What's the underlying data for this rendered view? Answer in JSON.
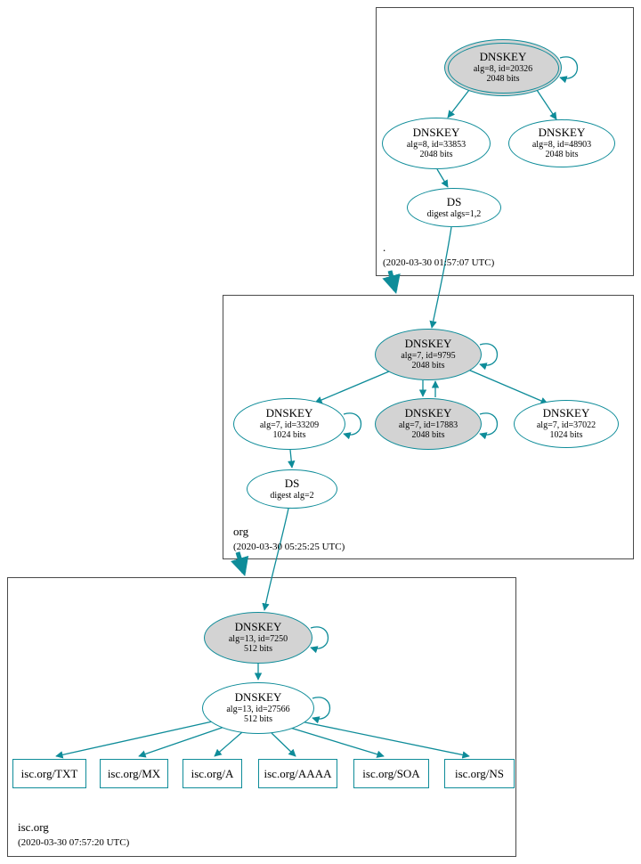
{
  "colors": {
    "teal": "#0e8c99",
    "kskfill": "#d3d3d3",
    "zoneborder": "#4a4a4a",
    "textcolor": "#000000"
  },
  "zones": {
    "root": {
      "label": ".",
      "timestamp": "(2020-03-30 01:57:07 UTC)",
      "nodes": {
        "ksk": {
          "title": "DNSKEY",
          "detail1": "alg=8, id=20326",
          "detail2": "2048 bits"
        },
        "zsk1": {
          "title": "DNSKEY",
          "detail1": "alg=8, id=33853",
          "detail2": "2048 bits"
        },
        "zsk2": {
          "title": "DNSKEY",
          "detail1": "alg=8, id=48903",
          "detail2": "2048 bits"
        },
        "ds": {
          "title": "DS",
          "detail1": "digest algs=1,2"
        }
      }
    },
    "org": {
      "label": "org",
      "timestamp": "(2020-03-30 05:25:25 UTC)",
      "nodes": {
        "ksk": {
          "title": "DNSKEY",
          "detail1": "alg=7, id=9795",
          "detail2": "2048 bits"
        },
        "zsk1": {
          "title": "DNSKEY",
          "detail1": "alg=7, id=33209",
          "detail2": "1024 bits"
        },
        "ksk2": {
          "title": "DNSKEY",
          "detail1": "alg=7, id=17883",
          "detail2": "2048 bits"
        },
        "zsk2": {
          "title": "DNSKEY",
          "detail1": "alg=7, id=37022",
          "detail2": "1024 bits"
        },
        "ds": {
          "title": "DS",
          "detail1": "digest alg=2"
        }
      }
    },
    "isc": {
      "label": "isc.org",
      "timestamp": "(2020-03-30 07:57:20 UTC)",
      "nodes": {
        "ksk": {
          "title": "DNSKEY",
          "detail1": "alg=13, id=7250",
          "detail2": "512 bits"
        },
        "zsk": {
          "title": "DNSKEY",
          "detail1": "alg=13, id=27566",
          "detail2": "512 bits"
        }
      },
      "records": [
        {
          "label": "isc.org/TXT"
        },
        {
          "label": "isc.org/MX"
        },
        {
          "label": "isc.org/A"
        },
        {
          "label": "isc.org/AAAA"
        },
        {
          "label": "isc.org/SOA"
        },
        {
          "label": "isc.org/NS"
        }
      ]
    }
  }
}
